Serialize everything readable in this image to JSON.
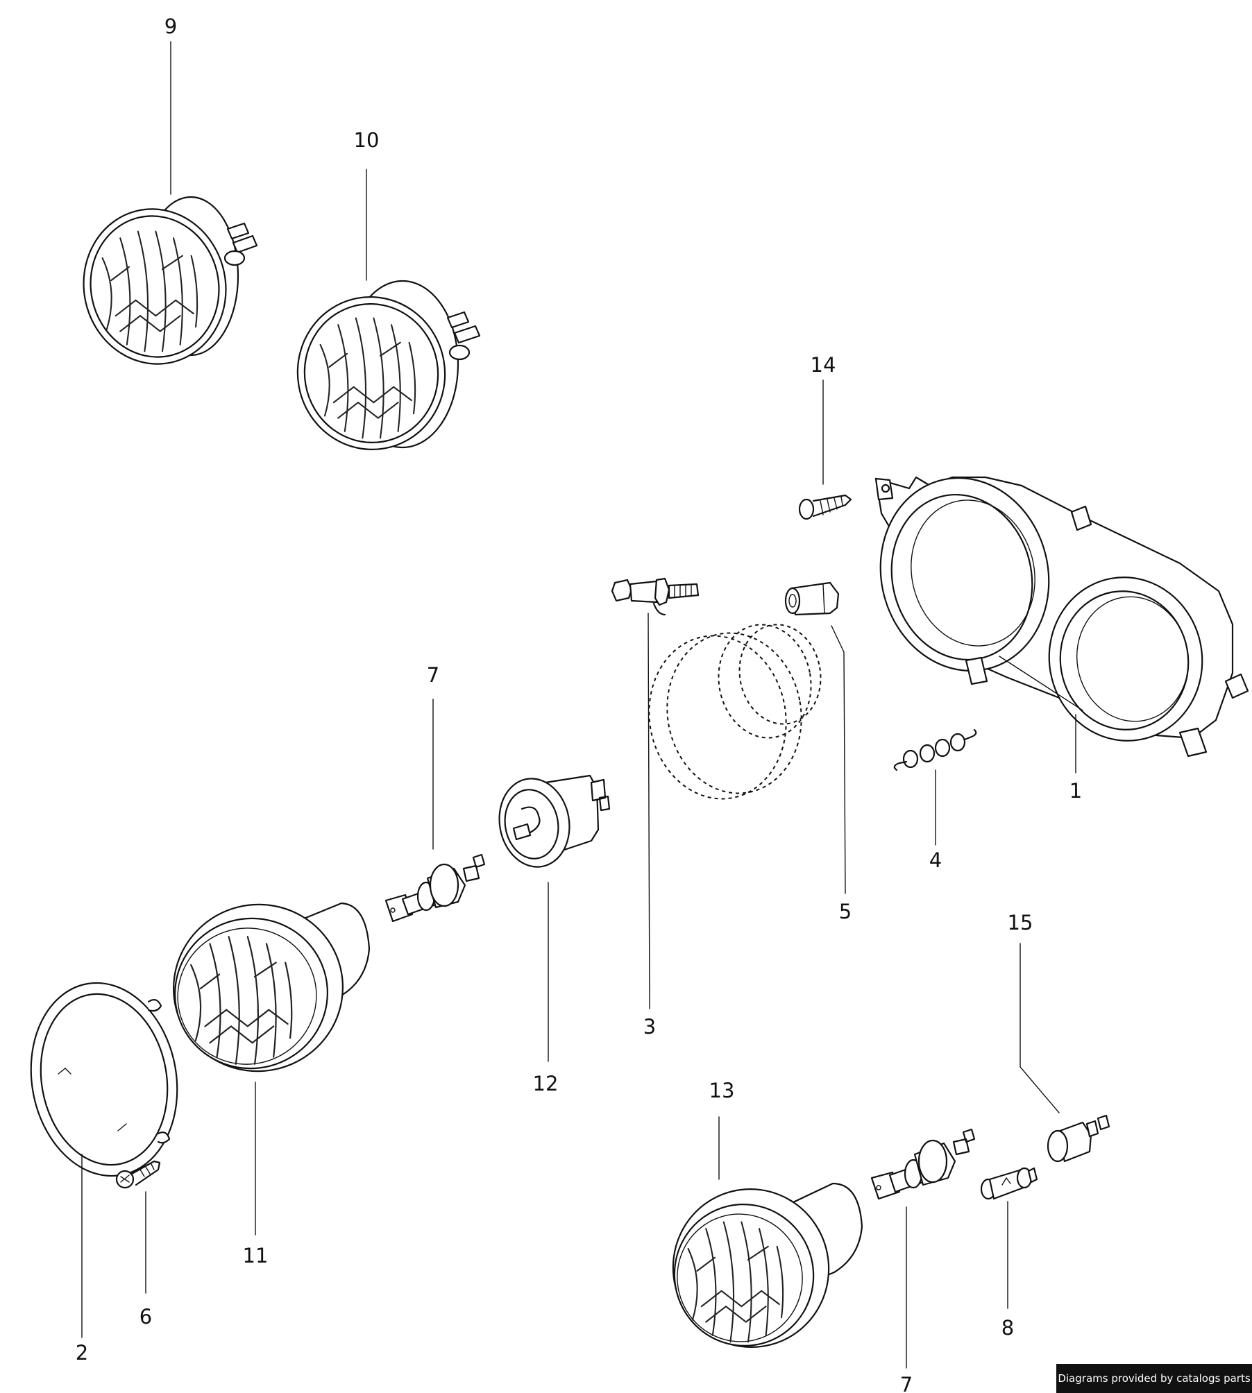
{
  "labels": {
    "p1": "1",
    "p2": "2",
    "p3": "3",
    "p4": "4",
    "p5": "5",
    "p6": "6",
    "p7a": "7",
    "p7b": "7",
    "p8": "8",
    "p9": "9",
    "p10": "10",
    "p11": "11",
    "p12": "12",
    "p13": "13",
    "p14": "14",
    "p15": "15"
  },
  "credit": "Diagrams provided by catalogs parts"
}
